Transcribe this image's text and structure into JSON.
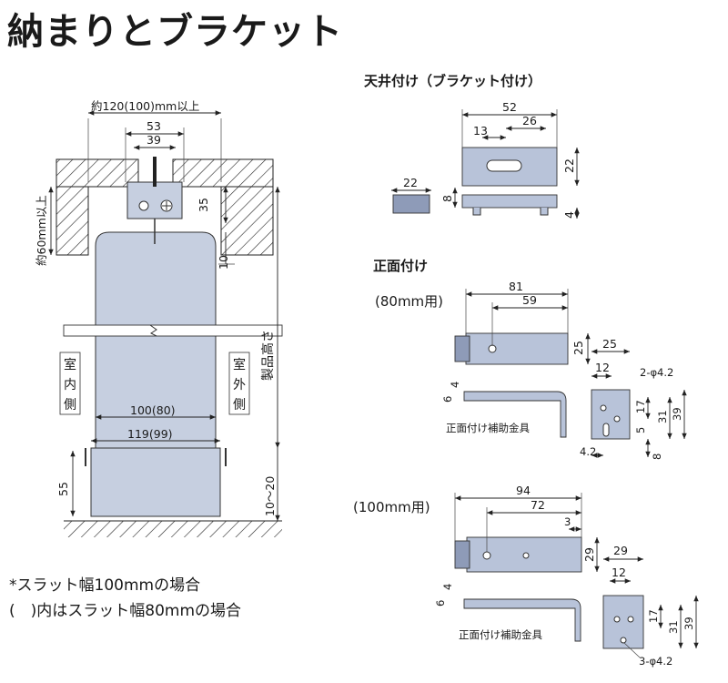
{
  "title": "納まりとブラケット",
  "sections": {
    "ceiling": "天井付け（ブラケット付け）",
    "front": "正面付け",
    "front80": "(80mm用)",
    "front100": "(100mm用)"
  },
  "notes": [
    "*スラット幅100mmの場合",
    "(　)内はスラット幅80mmの場合"
  ],
  "left_diagram": {
    "top_dim": "約120(100)mm以上",
    "dim53": "53",
    "dim39": "39",
    "dim35": "35",
    "dim10": "10",
    "left_vertical": "約60mm以上",
    "product_height": "製品高さ",
    "indoor": [
      "室",
      "内",
      "側"
    ],
    "outdoor": [
      "室",
      "外",
      "側"
    ],
    "slat_width": "100(80)",
    "bottom_width": "119(99)",
    "dim55": "55",
    "bottom_gap": "10〜20"
  },
  "ceiling_bracket": {
    "d52": "52",
    "d26": "26",
    "d13": "13",
    "d22": "22",
    "d22b": "22",
    "d8": "8",
    "d4": "4"
  },
  "front80": {
    "d81": "81",
    "d59": "59",
    "d25": "25",
    "d4": "4",
    "d6": "6",
    "aux_label": "正面付け補助金具",
    "side_d25": "25",
    "side_d12": "12",
    "hole": "2-φ4.2",
    "d17": "17",
    "d31": "31",
    "d39": "39",
    "d5": "5",
    "d4_2": "4.2",
    "d8": "8"
  },
  "front100": {
    "d94": "94",
    "d72": "72",
    "d3": "3",
    "d29": "29",
    "d4": "4",
    "d6": "6",
    "aux_label": "正面付け補助金具",
    "side_d29": "29",
    "side_d12": "12",
    "d17": "17",
    "d31": "31",
    "d39": "39",
    "hole": "3-φ4.2"
  }
}
